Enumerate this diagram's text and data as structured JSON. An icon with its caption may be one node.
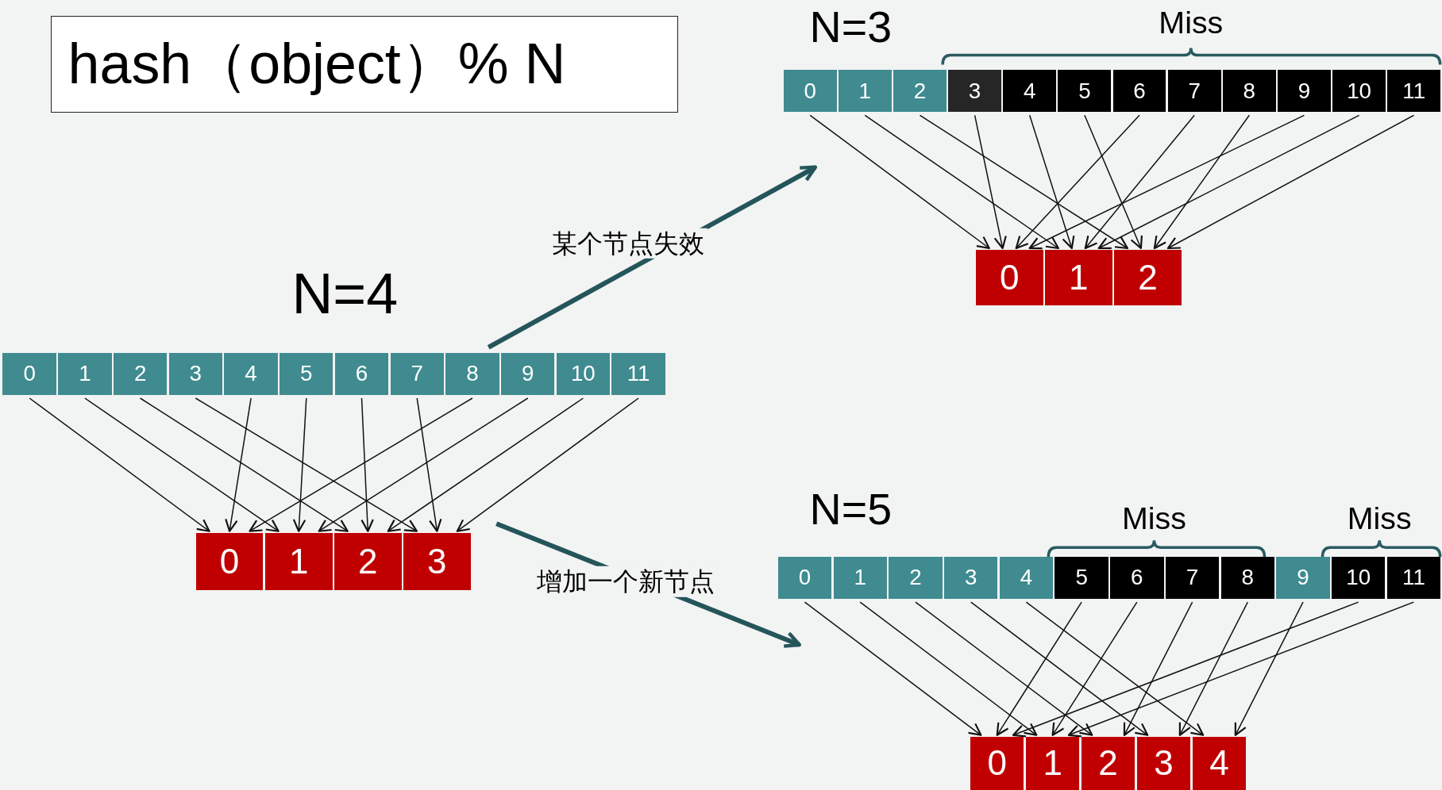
{
  "diagram": {
    "nodes": [
      {
        "text": [
          "hash（object）% N"
        ]
      },
      {
        "text": [
          "0"
        ]
      },
      {
        "text": [
          "1"
        ]
      },
      {
        "text": [
          "2"
        ]
      },
      {
        "text": [
          "3"
        ]
      },
      {
        "text": [
          "4"
        ]
      },
      {
        "text": [
          "5"
        ]
      },
      {
        "text": [
          "6"
        ]
      },
      {
        "text": [
          "7"
        ]
      },
      {
        "text": [
          "8"
        ]
      },
      {
        "text": [
          "9"
        ]
      },
      {
        "text": [
          "10"
        ]
      },
      {
        "text": [
          "11"
        ]
      },
      {
        "text": [
          "0"
        ]
      },
      {
        "text": [
          "1"
        ]
      },
      {
        "text": [
          "2"
        ]
      },
      {
        "text": [
          "0"
        ]
      },
      {
        "text": [
          "1"
        ]
      },
      {
        "text": [
          "2"
        ]
      },
      {
        "text": [
          "3"
        ]
      },
      {
        "text": [
          "4"
        ]
      },
      {
        "text": [
          "5"
        ]
      },
      {
        "text": [
          "6"
        ]
      },
      {
        "text": [
          "7"
        ]
      },
      {
        "text": [
          "8"
        ]
      },
      {
        "text": [
          "9"
        ]
      },
      {
        "text": [
          "10"
        ]
      },
      {
        "text": [
          "11"
        ]
      },
      {
        "text": [
          "0"
        ]
      },
      {
        "text": [
          "1"
        ]
      },
      {
        "text": [
          "2"
        ]
      },
      {
        "text": [
          "3"
        ]
      },
      {
        "text": [
          "0"
        ]
      },
      {
        "text": [
          "1"
        ]
      },
      {
        "text": [
          "2"
        ]
      },
      {
        "text": [
          "3"
        ]
      },
      {
        "text": [
          "4"
        ]
      },
      {
        "text": [
          "5"
        ]
      },
      {
        "text": [
          "6"
        ]
      },
      {
        "text": [
          "7"
        ]
      },
      {
        "text": [
          "8"
        ]
      },
      {
        "text": [
          "9"
        ]
      },
      {
        "text": [
          "10"
        ]
      },
      {
        "text": [
          "11"
        ]
      },
      {
        "text": [
          "0"
        ]
      },
      {
        "text": [
          "1"
        ]
      },
      {
        "text": [
          "2"
        ]
      },
      {
        "text": [
          "3"
        ]
      },
      {
        "text": [
          "4"
        ]
      }
    ],
    "edges": [
      {
        "from": 1,
        "to": 13,
        "arrow": "to"
      },
      {
        "from": 2,
        "to": 14,
        "arrow": "to"
      },
      {
        "from": 3,
        "to": 15,
        "arrow": "to"
      },
      {
        "from": 4,
        "to": 13,
        "arrow": "to"
      },
      {
        "from": 5,
        "to": 14,
        "arrow": "to"
      },
      {
        "from": 6,
        "to": 15,
        "arrow": "to"
      },
      {
        "from": 7,
        "to": 13,
        "arrow": "to"
      },
      {
        "from": 8,
        "to": 14,
        "arrow": "to"
      },
      {
        "from": 9,
        "to": 15,
        "arrow": "to"
      },
      {
        "from": 10,
        "to": 13,
        "arrow": "to"
      },
      {
        "from": 11,
        "to": 14,
        "arrow": "to"
      },
      {
        "from": 12,
        "to": 15,
        "arrow": "to"
      },
      {
        "from": 16,
        "to": 28,
        "arrow": "to"
      },
      {
        "from": 17,
        "to": 29,
        "arrow": "to"
      },
      {
        "from": 18,
        "to": 30,
        "arrow": "to"
      },
      {
        "from": 19,
        "to": 31,
        "arrow": "to"
      },
      {
        "from": 20,
        "to": 28,
        "arrow": "to"
      },
      {
        "from": 21,
        "to": 29,
        "arrow": "to"
      },
      {
        "from": 22,
        "to": 30,
        "arrow": "to"
      },
      {
        "from": 23,
        "to": 31,
        "arrow": "to"
      },
      {
        "from": 24,
        "to": 28,
        "arrow": "to"
      },
      {
        "from": 25,
        "to": 29,
        "arrow": "to"
      },
      {
        "from": 26,
        "to": 30,
        "arrow": "to"
      },
      {
        "from": 27,
        "to": 31,
        "arrow": "to"
      },
      {
        "from": 32,
        "to": 44,
        "arrow": "to"
      },
      {
        "from": 33,
        "to": 45,
        "arrow": "to"
      },
      {
        "from": 34,
        "to": 46,
        "arrow": "to"
      },
      {
        "from": 35,
        "to": 47,
        "arrow": "to"
      },
      {
        "from": 36,
        "to": 48,
        "arrow": "to"
      },
      {
        "from": 37,
        "to": 44,
        "arrow": "to"
      },
      {
        "from": 38,
        "to": 45,
        "arrow": "to"
      },
      {
        "from": 39,
        "to": 46,
        "arrow": "to"
      },
      {
        "from": 40,
        "to": 47,
        "arrow": "to"
      },
      {
        "from": 41,
        "to": 48,
        "arrow": "to"
      },
      {
        "from": 42,
        "to": 44,
        "arrow": "to"
      },
      {
        "from": 43,
        "to": 45,
        "arrow": "to"
      },
      {
        "from": 24,
        "to": 1,
        "arrow": "to",
        "label": "某个节点失效",
        "style": "thick",
        "color": "#24555a"
      },
      {
        "from": 31,
        "to": 32,
        "arrow": "to",
        "label": "增加一个新节点",
        "style": "thick",
        "color": "#24555a"
      }
    ],
    "labels": [
      "N=3",
      "Miss",
      "N=4",
      "N=5",
      "Miss",
      "Miss"
    ]
  }
}
